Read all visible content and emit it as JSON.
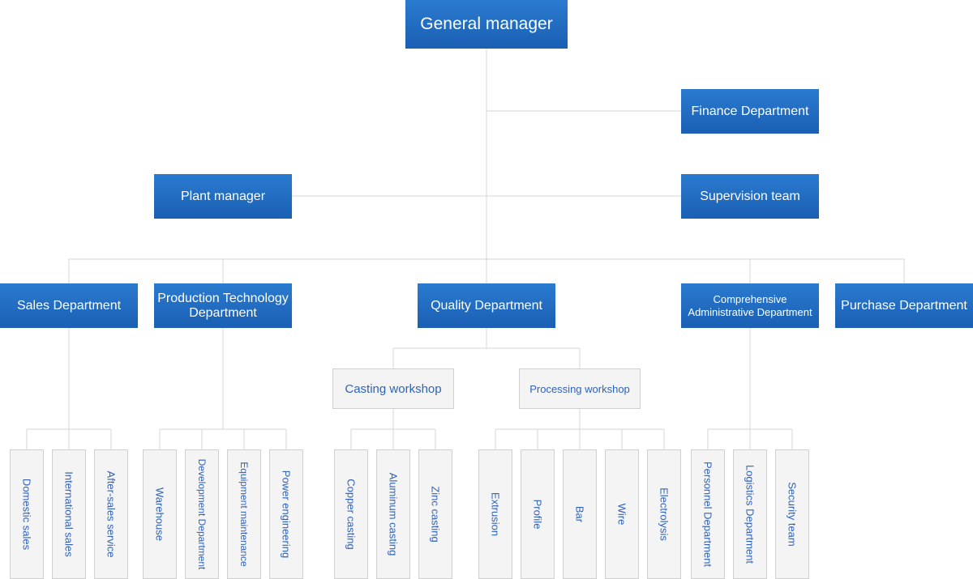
{
  "colors": {
    "box_blue": "#1f6cc2",
    "leaf_text": "#2f62b8",
    "line": "#d6d6d6",
    "gray_fill": "#f4f4f4"
  },
  "general_manager": "General manager",
  "finance_department": "Finance Department",
  "plant_manager": "Plant manager",
  "supervision_team": "Supervision team",
  "departments": {
    "sales": "Sales Department",
    "production_technology": "Production Technology Department",
    "quality": "Quality Department",
    "comprehensive_admin": "Comprehensive Administrative Department",
    "purchase": "Purchase Department"
  },
  "workshops": {
    "casting": "Casting workshop",
    "processing": "Processing workshop"
  },
  "leaves": {
    "sales": [
      "Domestic sales",
      "International sales",
      "After-sales service"
    ],
    "production_technology": [
      "Warehouse",
      "Development Department",
      "Equipment maintenance",
      "Power engineering"
    ],
    "casting": [
      "Copper casting",
      "Aluminum casting",
      "Zinc casting"
    ],
    "processing": [
      "Extrusion",
      "Profile",
      "Bar",
      "Wire",
      "Electrolysis"
    ],
    "comprehensive_admin": [
      "Personnel Department",
      "Logistics Department",
      "Security team"
    ]
  }
}
